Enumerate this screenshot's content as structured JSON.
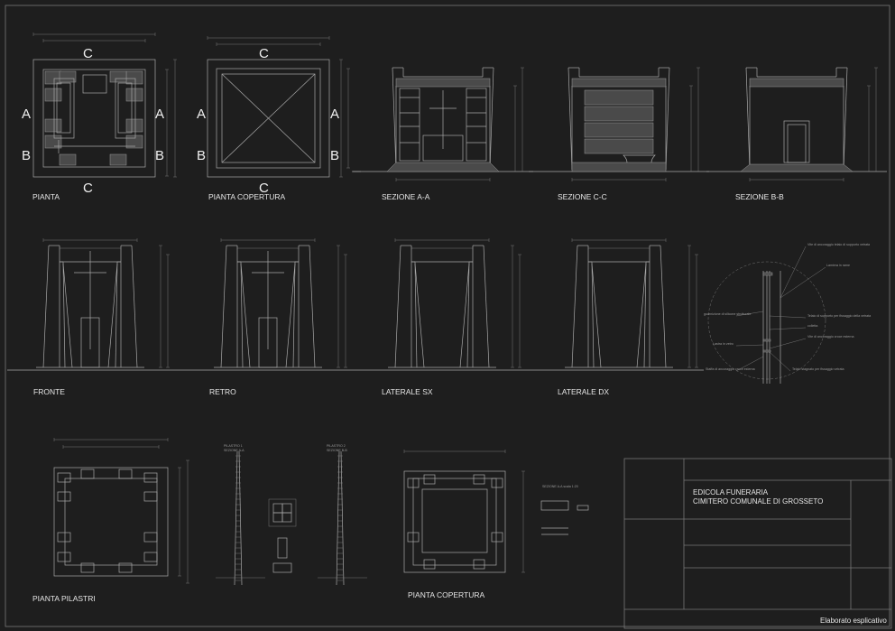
{
  "sheet": {
    "plan_letters": {
      "c": "C",
      "a": "A",
      "b": "B"
    },
    "views": {
      "pianta": "PIANTA",
      "pianta_copertura": "PIANTA COPERTURA",
      "sezione_aa": "SEZIONE A-A",
      "sezione_cc": "SEZIONE C-C",
      "sezione_bb": "SEZIONE B-B",
      "fronte": "FRONTE",
      "retro": "RETRO",
      "laterale_sx": "LATERALE SX",
      "laterale_dx": "LATERALE DX",
      "pianta_pilastri": "PIANTA PILASTRI",
      "pianta_copertura_2": "PIANTA COPERTURA"
    },
    "detail_notes": [
      "Vite di ancoraggio telaio di supporto vetrata",
      "Lamiera in rame",
      "guarnizione di silicone strutturale",
      "Telaio di supporto per fissaggio della vetrata",
      "colletta",
      "Vite di ancoraggio croce esterna",
      "Lastra in vetro",
      "Staffa di ancoraggio croce esterna",
      "Telaio stagnato per fissaggio vetrata"
    ],
    "pillar_labels": {
      "p1": "PILASTRO 1",
      "p1_sec": "SEZIONE A-A",
      "p2": "PILASTRO 2",
      "p2_sec": "SEZIONE B-B",
      "detail_title": "SEZIONE A-A scala 1:20"
    }
  },
  "title_block": {
    "line1": "EDICOLA FUNERARIA",
    "line2": "CIMITERO COMUNALE DI GROSSETO",
    "document_type": "Elaborato esplicativo"
  }
}
